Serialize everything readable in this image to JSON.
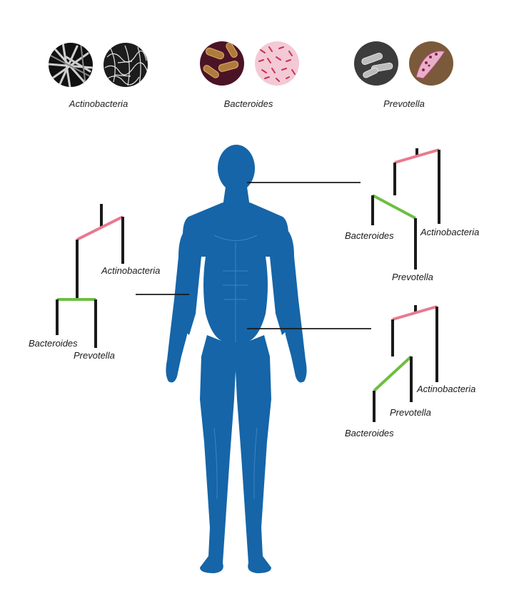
{
  "bacteria": [
    {
      "name": "Actinobacteria"
    },
    {
      "name": "Bacteroides"
    },
    {
      "name": "Prevotella"
    }
  ],
  "trees": {
    "left": {
      "outgroup": "Actinobacteria",
      "pair": [
        "Bacteroides",
        "Prevotella"
      ]
    },
    "right_top": {
      "outgroup": "Actinobacteria",
      "pair": [
        "Bacteroides",
        "Prevotella"
      ]
    },
    "right_bottom": {
      "outgroup": "Actinobacteria",
      "inner": "Prevotella",
      "basal": "Bacteroides"
    }
  },
  "colors": {
    "body": "#1565a8",
    "root_branch": "#e8798f",
    "inner_branch": "#6cbf3f",
    "line": "#1a1a1a"
  }
}
